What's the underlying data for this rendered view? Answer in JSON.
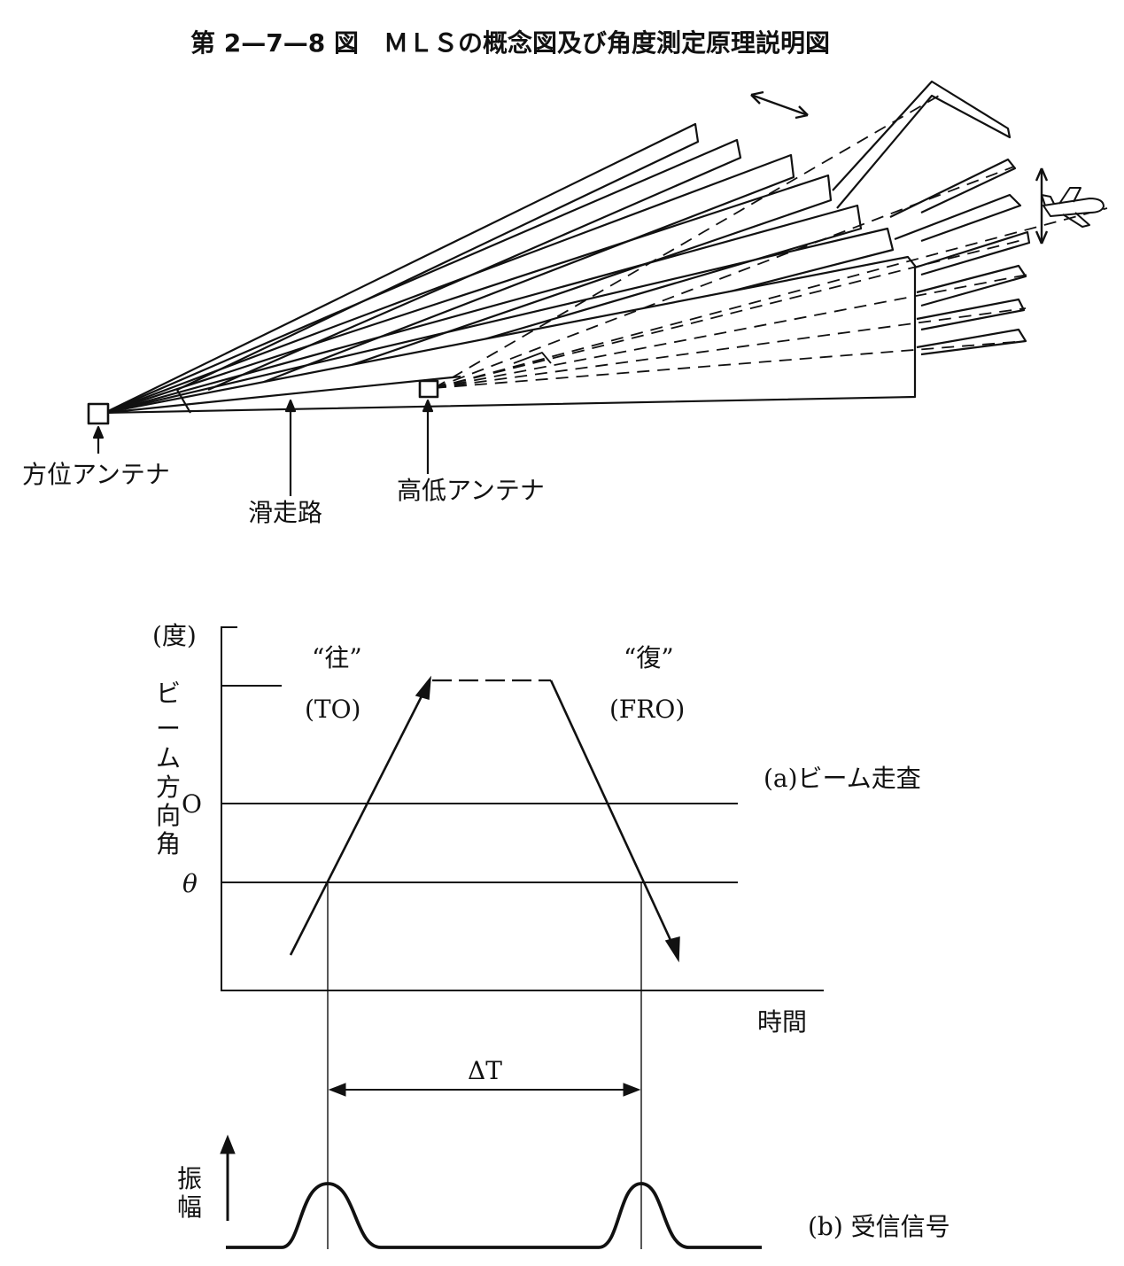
{
  "title": "第 2—7—8 図　ＭＬＳの概念図及び角度測定原理説明図",
  "concept": {
    "azimuth_antenna": "方位アンテナ",
    "runway": "滑走路",
    "elevation_antenna": "高低アンテナ"
  },
  "scan_chart": {
    "y_unit": "(度)",
    "y_axis_chars": [
      "ビ",
      "ー",
      "ム",
      "方",
      "向",
      "角"
    ],
    "zero_label": "O",
    "theta_label": "θ",
    "to_label_jp": "“往”",
    "to_label_en": "(TO)",
    "fro_label_jp": "“復”",
    "fro_label_en": "(FRO)",
    "caption": "(a)ビーム走査",
    "x_label": "時間"
  },
  "signal_chart": {
    "delta_label": "ΔT",
    "amplitude_chars": [
      "振",
      "幅"
    ],
    "caption": "(b)  受信信号"
  },
  "colors": {
    "ink": "#111111",
    "paper": "#ffffff"
  }
}
